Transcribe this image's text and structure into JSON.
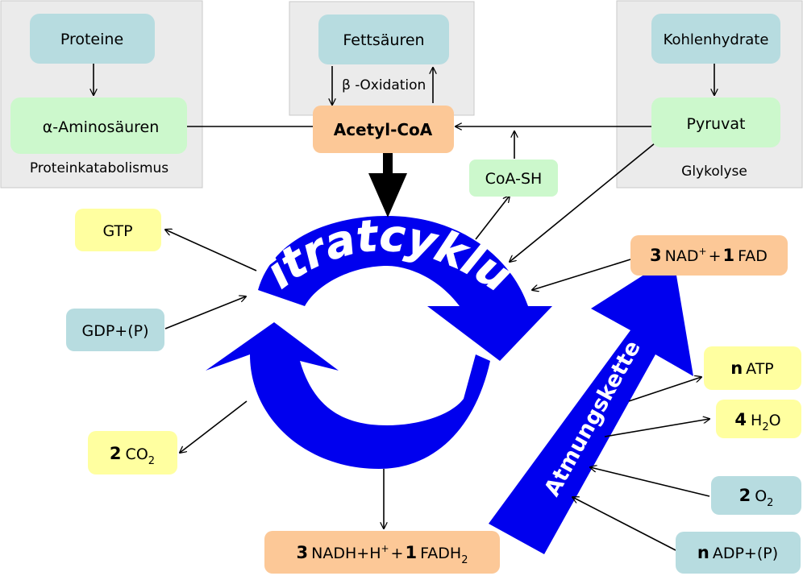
{
  "colors": {
    "cycle_blue": "#0000ee",
    "box_blue": "#b7dce0",
    "box_green": "#ccf8cc",
    "box_orange": "#fcc897",
    "box_yellow": "#ffffa0",
    "group_gray": "#ebebeb"
  },
  "groups": {
    "protein": "Proteinkatabolismus",
    "glycolysis": "Glykolyse"
  },
  "nodes": {
    "proteine": "Proteine",
    "aminosaeuren": "α-Aminosäuren",
    "fettsaeuren": "Fettsäuren",
    "beta_oxidation": "β -Oxidation",
    "kohlenhydrate": "Kohlenhydrate",
    "pyruvat": "Pyruvat",
    "acetyl_coa": "Acetyl-CoA",
    "coa_sh": "CoA-SH",
    "gtp": "GTP",
    "gdp": "GDP+(P)",
    "co2": {
      "count": "2",
      "formula": "CO",
      "sub": "2"
    },
    "nad_fad": {
      "count1": "3",
      "text1": "NAD",
      "sup": "+",
      "plus": "+",
      "count2": "1",
      "text2": "FAD"
    },
    "natp": {
      "count": "n",
      "text": "ATP"
    },
    "h2o": {
      "count": "4",
      "text1": "H",
      "sub": "2",
      "text2": "O"
    },
    "o2": {
      "count": "2",
      "text": "O",
      "sub": "2"
    },
    "nadp": {
      "count": "n",
      "text": "ADP+(P)"
    },
    "nadh": {
      "count1": "3",
      "text1": "NADH+H",
      "sup": "+",
      "plus": "+",
      "count2": "1",
      "text2": "FADH",
      "sub": "2"
    }
  },
  "cycle": {
    "title": "Citratcyklus",
    "chain_label": "Atmungskette"
  }
}
